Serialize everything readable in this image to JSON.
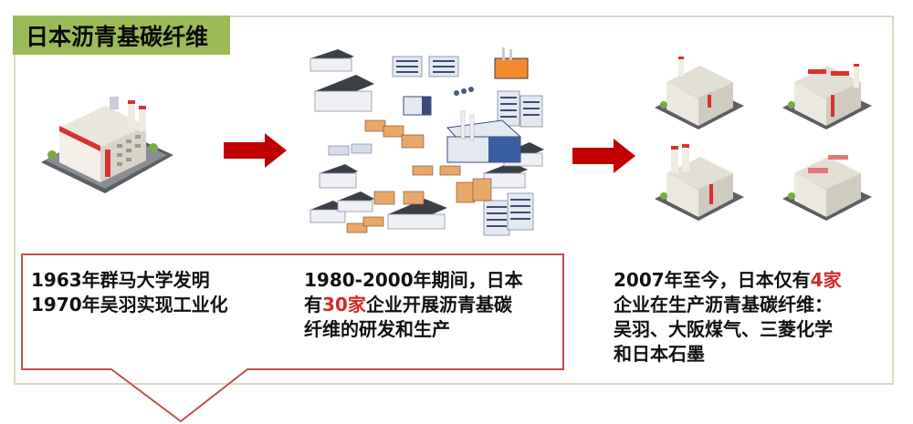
{
  "title": "日本沥青基碳纤维",
  "colors": {
    "title_bg": "#9bbb59",
    "frame_border": "#d6dcc4",
    "arrow": "#c00000",
    "callout_border": "#c0504d",
    "highlight": "#d42a2a"
  },
  "stages": [
    {
      "illustration": "single-factory",
      "lines": [
        "1963年群马大学发明",
        "1970年吴羽实现工业化"
      ]
    },
    {
      "illustration": "many-factories-cluster",
      "line1": "1980-2000年期间，日本",
      "line2_prefix": "有",
      "line2_highlight": "30家",
      "line2_suffix": "企业开展沥青基碳",
      "line3": "纤维的研发和生产"
    },
    {
      "illustration": "four-factories",
      "line1_prefix": "2007年至今，日本仅有",
      "line1_highlight": "4家",
      "line2": "企业在生产沥青基碳纤维：",
      "line3": "吴羽、大阪煤气、三菱化学",
      "line4": "和日本石墨"
    }
  ],
  "arrows": [
    "arrow-right-icon",
    "arrow-right-icon"
  ]
}
